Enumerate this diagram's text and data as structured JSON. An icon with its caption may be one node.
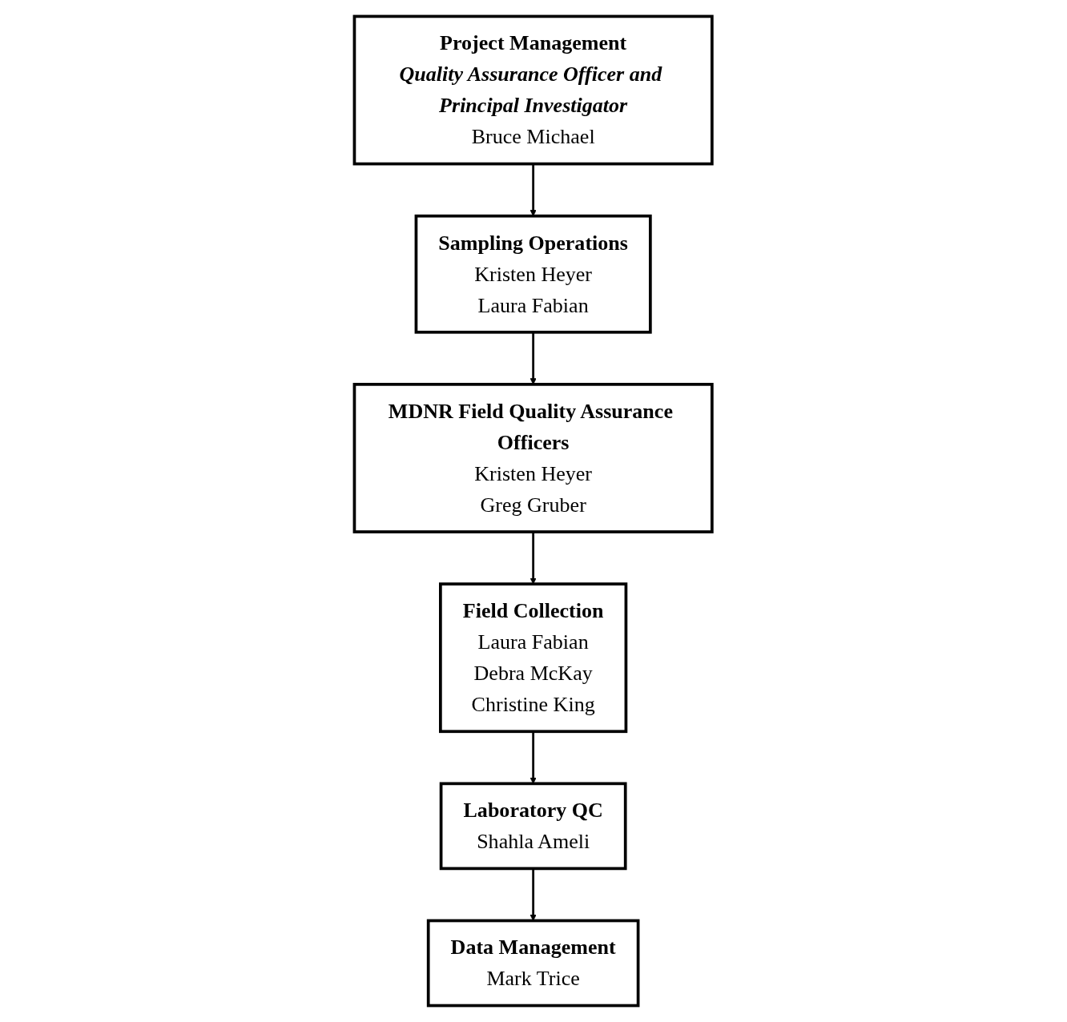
{
  "diagram": {
    "nodes": [
      {
        "text": [
          "Project Management",
          "Quality Assurance Officer and Principal Investigator",
          "Bruce Michael"
        ]
      },
      {
        "text": [
          "Sampling Operations",
          "Kristen Heyer",
          "Laura Fabian"
        ]
      },
      {
        "text": [
          "MDNR Field Quality Assurance Officers",
          "Kristen Heyer",
          "Greg Gruber"
        ]
      },
      {
        "text": [
          "Field Collection",
          "Laura Fabian",
          "Debra McKay",
          "Christine King"
        ]
      },
      {
        "text": [
          "Laboratory QC",
          "Shahla Ameli"
        ]
      },
      {
        "text": [
          "Data Management",
          "Mark Trice"
        ]
      }
    ],
    "edges": [
      {
        "from": 0,
        "to": 1,
        "arrow": "to"
      },
      {
        "from": 1,
        "to": 2,
        "arrow": "to"
      },
      {
        "from": 2,
        "to": 3,
        "arrow": "to"
      },
      {
        "from": 3,
        "to": 4,
        "arrow": "to"
      },
      {
        "from": 4,
        "to": 5,
        "arrow": "to"
      }
    ]
  }
}
